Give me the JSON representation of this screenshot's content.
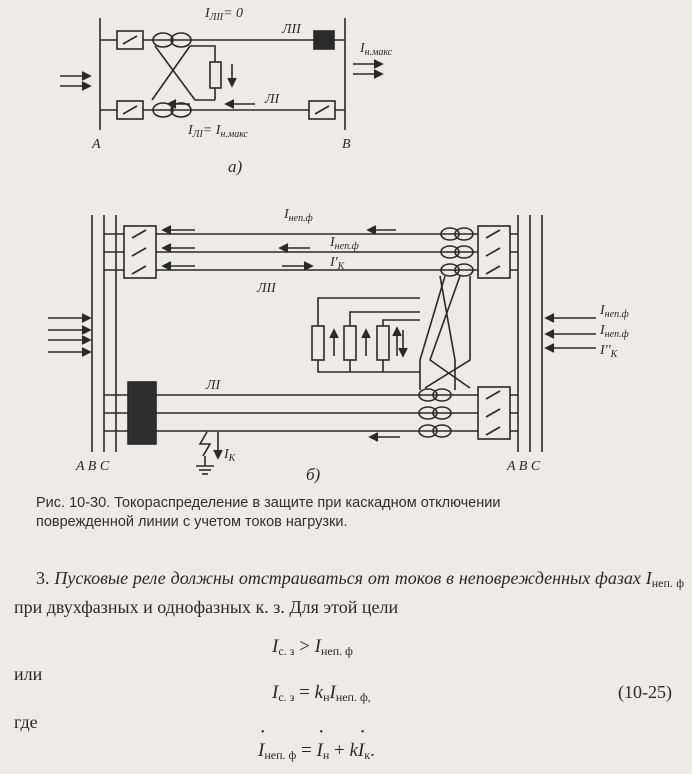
{
  "figure": {
    "a": {
      "label_top": "I",
      "label_top_sub": "ЛII",
      "label_top_val": "= 0",
      "line_2": "ЛII",
      "line_1": "ЛI",
      "current_right": "I",
      "current_right_sub": "н.макс",
      "label_bottom": "I",
      "label_bottom_sub": "ЛI",
      "label_bottom_rhs": "= I",
      "label_bottom_rhs_sub": "н.макс",
      "bus_left": "A",
      "bus_right": "B",
      "caption": "а)"
    },
    "b": {
      "i_nep_top": "I",
      "i_nep_top_sub": "неп.ф",
      "i_nep_mid": "I",
      "i_nep_mid_sub": "неп.ф",
      "i_k_prime": "I'",
      "i_k_prime_sub": "К",
      "line_2": "ЛII",
      "line_1": "ЛI",
      "right_i1": "I",
      "right_i1_sub": "неп.ф",
      "right_i2": "I",
      "right_i2_sub": "неп.ф",
      "right_ik2": "I''",
      "right_ik2_sub": "К",
      "fault": "I",
      "fault_sub": "К",
      "phases_left": "A B C",
      "phases_right": "A B C",
      "caption": "б)"
    }
  },
  "caption": {
    "line1": "Рис. 10-30. Токораспределение в защите при каскадном отключении",
    "line2": "поврежденной линии с учетом токов нагрузки."
  },
  "paragraph": {
    "number": "3.",
    "italic": "Пусковые реле должны отстраиваться от токов в неповрежденных фазах",
    "sym": "I",
    "sym_sub": "неп. ф",
    "rest": "при двухфазных и однофазных к. з. Для этой цели"
  },
  "eq1": {
    "lhs": "I",
    "lhs_sub": "с. з",
    "op": ">",
    "rhs": "I",
    "rhs_sub": "неп. ф"
  },
  "word_or": "или",
  "eq2": {
    "lhs": "I",
    "lhs_sub": "с. з",
    "op": "=",
    "k": "k",
    "k_sub": "н",
    "rhs": "I",
    "rhs_sub": "неп. ф,",
    "number": "(10-25)"
  },
  "word_where": "где",
  "eq3": {
    "lhs": "I",
    "lhs_sub": "неп. ф",
    "op": "=",
    "t1": "I",
    "t1_sub": "н",
    "plus": "+",
    "t2k": "k",
    "t2": "I",
    "t2_sub": "к",
    "end": "."
  }
}
